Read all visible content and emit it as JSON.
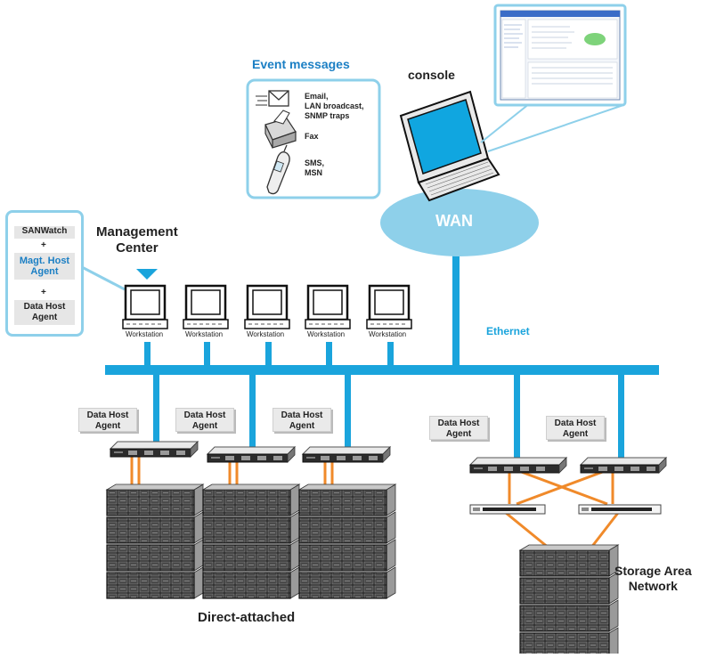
{
  "event_messages": {
    "title": "Event messages",
    "items": [
      {
        "icon": "envelope-icon",
        "label": "Email,\nLAN broadcast,\nSNMP traps"
      },
      {
        "icon": "fax-icon",
        "label": "Fax"
      },
      {
        "icon": "phone-icon",
        "label": "SMS,\nMSN"
      }
    ]
  },
  "console_label": "console",
  "wan_label": "WAN",
  "ethernet_label": "Ethernet",
  "management_center": {
    "label": "Management\nCenter",
    "agents": [
      "SANWatch",
      "+",
      "Magt. Host\nAgent",
      "+",
      "Data Host\nAgent"
    ]
  },
  "workstation_label": "Workstation",
  "data_host_agent_label": "Data Host\nAgent",
  "direct_attached_label": "Direct-attached",
  "san_label": "Storage Area\nNetwork",
  "colors": {
    "network_blue": "#1aa4dc",
    "fc_orange": "#f08a2a",
    "wan_cloud": "#8ed0ea",
    "panel_border": "#8ed0ea",
    "title_blue": "#1b7fc4"
  }
}
